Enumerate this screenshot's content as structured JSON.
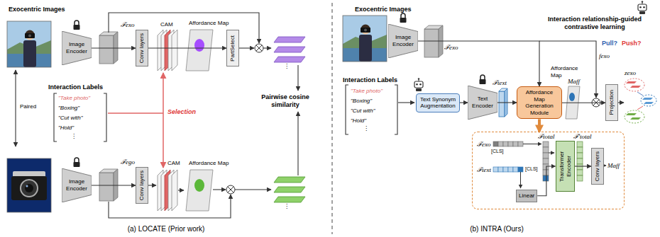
{
  "diagram": {
    "nodes": [
      {
        "text": [
          "Image Encoder"
        ]
      },
      {
        "text": [
          "Conv layers"
        ]
      },
      {
        "text": [
          "PartSelect"
        ]
      },
      {
        "text": [
          "Image Encoder"
        ]
      },
      {
        "text": [
          "Conv layers"
        ]
      },
      {
        "text": [
          "Image Encoder"
        ]
      },
      {
        "text": [
          "Text Synonym Augmentation"
        ]
      },
      {
        "text": [
          "Text Encoder"
        ]
      },
      {
        "text": [
          "Affordance Map Generation Module"
        ]
      },
      {
        "text": [
          "Projection"
        ]
      },
      {
        "text": [
          "ℱexo",
          "[CLS]",
          "ℱtext",
          "[CLS]",
          "ℱtotal",
          "ℱ'total",
          "Maff"
        ]
      },
      {
        "text": [
          "Linear"
        ],
        "in": 10
      },
      {
        "text": [
          "Transformer Encoder"
        ],
        "in": 10
      },
      {
        "text": [
          "Conv layers"
        ],
        "in": 10
      }
    ],
    "edges": [
      {
        "from": 0,
        "to": 1,
        "arrow": "to"
      },
      {
        "from": 1,
        "to": 2,
        "arrow": "to"
      },
      {
        "from": 3,
        "to": 4,
        "arrow": "to"
      },
      {
        "from": 5,
        "to": 8,
        "arrow": "to"
      },
      {
        "from": 6,
        "to": 7,
        "arrow": "to"
      },
      {
        "from": 7,
        "to": 8,
        "arrow": "to"
      },
      {
        "from": 8,
        "to": 9,
        "arrow": "to"
      },
      {
        "from": 8,
        "to": 10,
        "arrow": "to"
      },
      {
        "from": 11,
        "to": 12,
        "arrow": "to"
      },
      {
        "from": 12,
        "to": 13,
        "arrow": "to"
      }
    ],
    "labels": [
      "Exocentric Images",
      "ℱexo",
      "CAM",
      "Affordance Map",
      "ℱego",
      "CAM",
      "Affordance Map",
      "Paired",
      "Interaction Labels",
      "\"Take photo\"",
      "\"Boxing\"",
      "\"Cut with\"",
      "\"Hold\"",
      "⋮",
      "Selection",
      "⋮",
      "Pairwise cosine similarity",
      "⋮",
      "(a) LOCATE (Prior work)",
      "Exocentric Images",
      "ℱexo",
      "Interaction relationship-guided contrastive learning",
      "Pull?",
      "Push?",
      "Interaction Labels",
      "\"Take photo\"",
      "\"Boxing\"",
      "\"Cut with\"",
      "\"Hold\"",
      "⋮",
      "ℱtext",
      "Affordance Map",
      "Maff",
      "fexo",
      "zexo",
      "(b) INTRA (Ours)"
    ]
  }
}
